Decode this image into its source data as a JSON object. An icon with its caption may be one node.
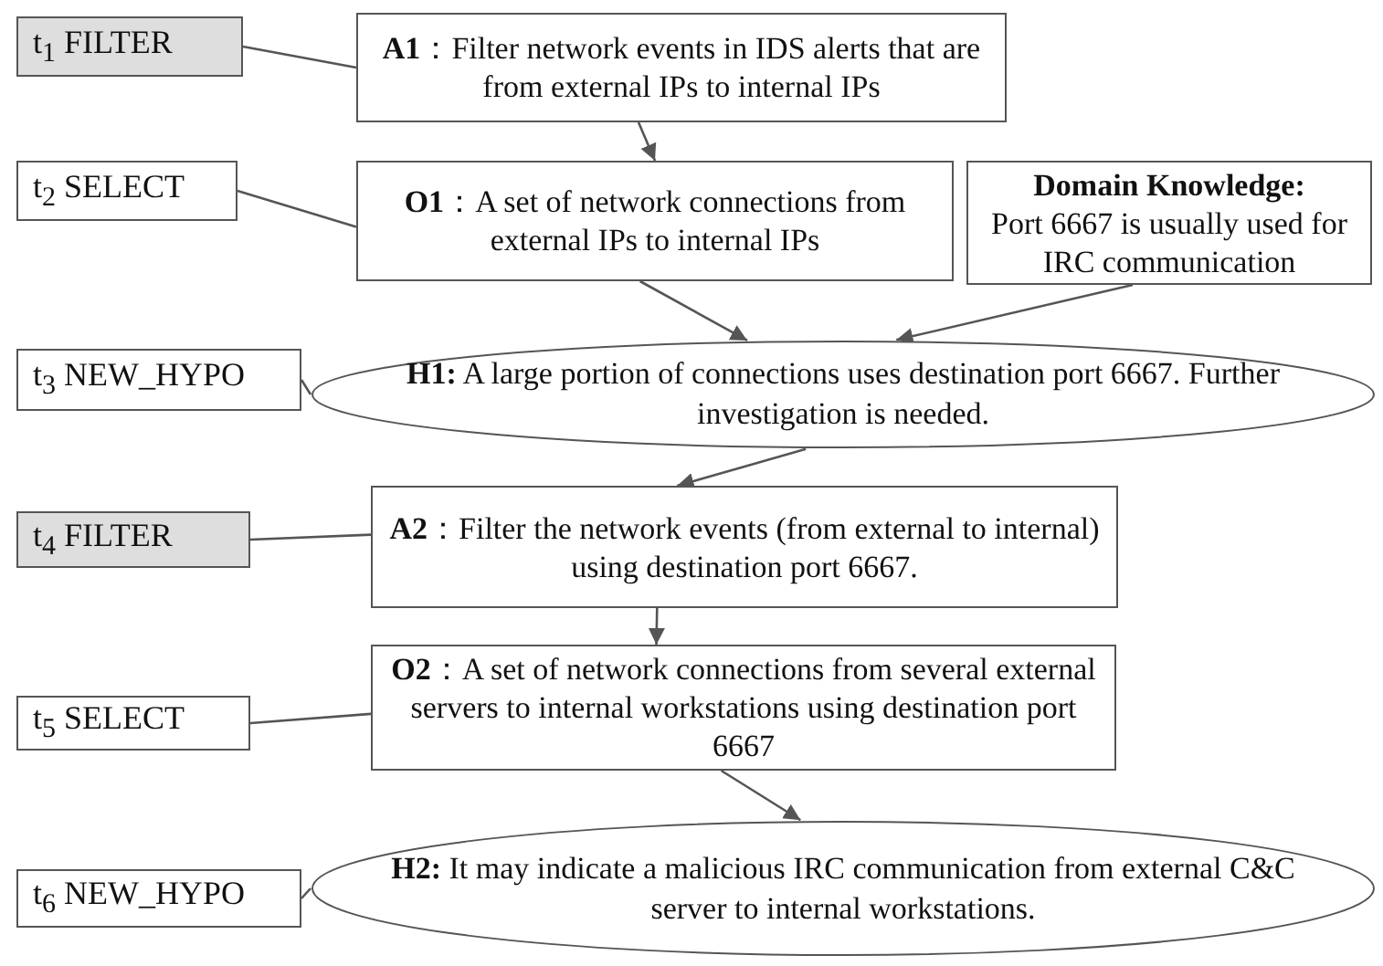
{
  "diagram": {
    "nodes": [
      {
        "text": [
          "t$_{1}$ FILTER"
        ]
      },
      {
        "text": [
          "**A1**：Filter network events in IDS alerts that are from external IPs to internal IPs"
        ]
      },
      {
        "text": [
          "t$_{2}$ SELECT"
        ]
      },
      {
        "text": [
          "**O1**：A set of network connections from external IPs to internal IPs"
        ]
      },
      {
        "text": [
          "Domain Knowledge:",
          "Port 6667 is usually used for IRC communication"
        ]
      },
      {
        "text": [
          "t$_{3}$ NEW_HYPO"
        ]
      },
      {
        "text": [
          "**H1:** A large portion of connections uses destination port 6667. Further investigation is needed."
        ]
      },
      {
        "text": [
          "t$_{4}$ FILTER"
        ]
      },
      {
        "text": [
          "**A2**：Filter the network events (from external to internal) using destination port 6667."
        ]
      },
      {
        "text": [
          "t$_{5}$ SELECT"
        ]
      },
      {
        "text": [
          "**O2**：A set of network connections from several external servers to internal workstations using destination port 6667"
        ]
      },
      {
        "text": [
          "t$_{6}$ NEW_HYPO"
        ]
      },
      {
        "text": [
          "**H2:** It may indicate a malicious IRC communication from external C&C server to internal workstations."
        ]
      }
    ],
    "edges": [
      {
        "from": 0,
        "to": 1,
        "arrow": "none"
      },
      {
        "from": 1,
        "to": 3,
        "arrow": "to"
      },
      {
        "from": 2,
        "to": 3,
        "arrow": "none"
      },
      {
        "from": 3,
        "to": 6,
        "arrow": "to"
      },
      {
        "from": 4,
        "to": 6,
        "arrow": "to"
      },
      {
        "from": 5,
        "to": 6,
        "arrow": "none"
      },
      {
        "from": 6,
        "to": 8,
        "arrow": "to"
      },
      {
        "from": 7,
        "to": 8,
        "arrow": "none"
      },
      {
        "from": 8,
        "to": 10,
        "arrow": "to"
      },
      {
        "from": 9,
        "to": 10,
        "arrow": "none"
      },
      {
        "from": 10,
        "to": 12,
        "arrow": "to"
      },
      {
        "from": 11,
        "to": 12,
        "arrow": "none"
      }
    ]
  }
}
